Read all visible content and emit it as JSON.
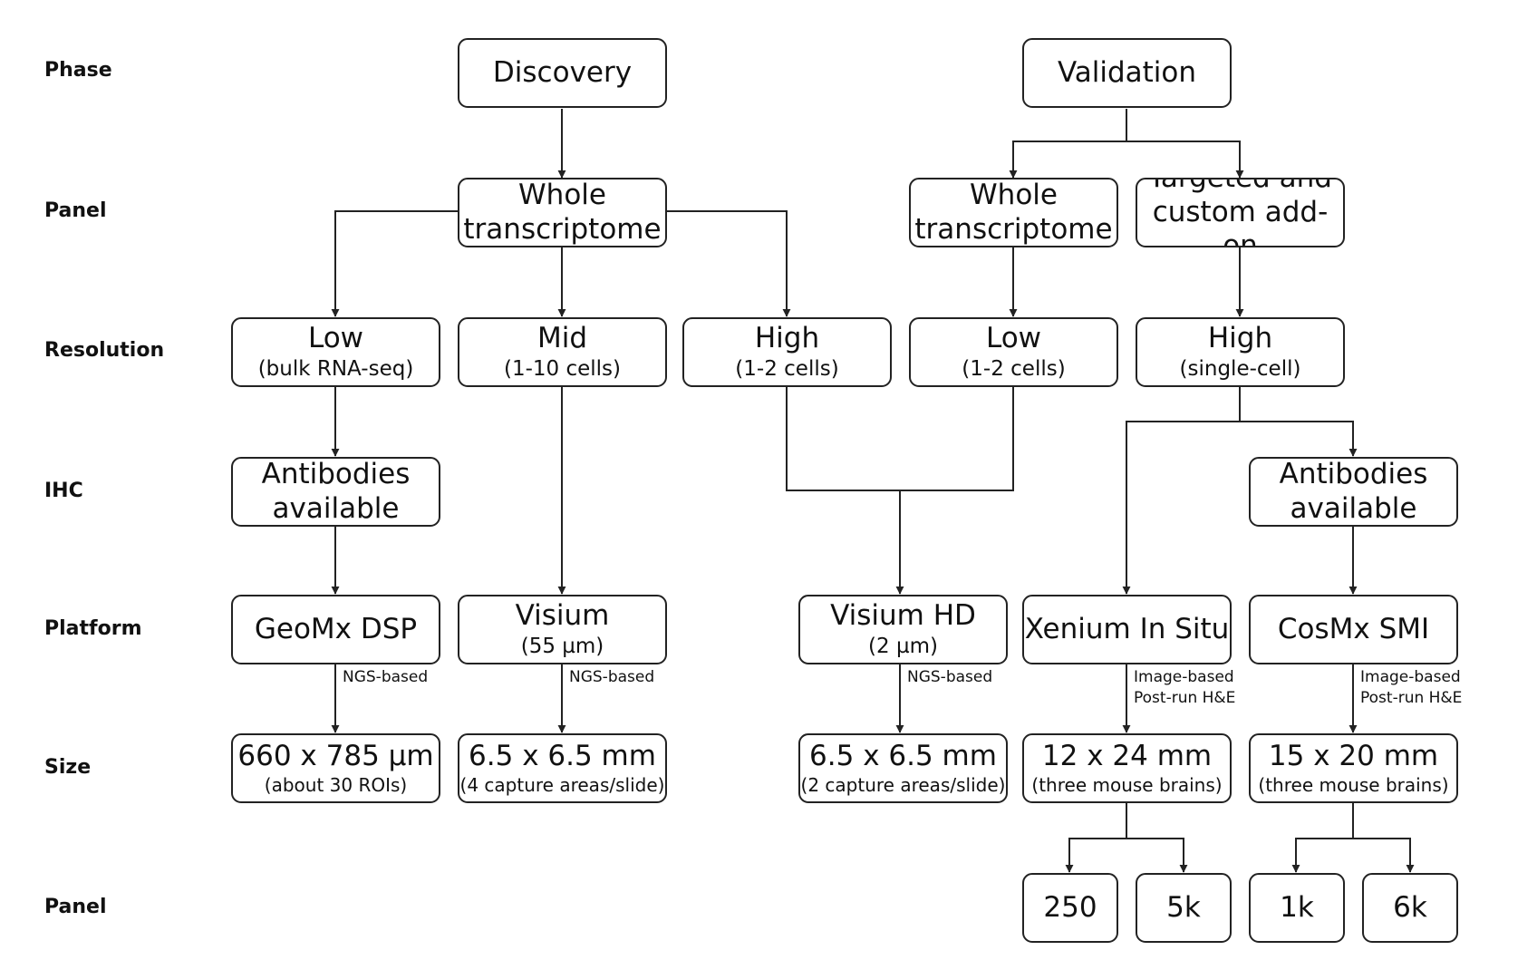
{
  "row_labels": {
    "phase": "Phase",
    "panel": "Panel",
    "resolution": "Resolution",
    "ihc": "IHC",
    "platform": "Platform",
    "size": "Size",
    "panel2": "Panel"
  },
  "nodes": {
    "discovery": {
      "main": "Discovery"
    },
    "validation": {
      "main": "Validation"
    },
    "wt_discovery": {
      "main": "Whole transcriptome"
    },
    "wt_validation": {
      "main": "Whole transcriptome"
    },
    "targeted": {
      "main": "Targeted and custom add-on"
    },
    "res_low_bulk": {
      "main": "Low",
      "sub": "(bulk RNA-seq)"
    },
    "res_mid": {
      "main": "Mid",
      "sub": "(1-10 cells)"
    },
    "res_high_12": {
      "main": "High",
      "sub": "(1-2 cells)"
    },
    "res_low_12": {
      "main": "Low",
      "sub": "(1-2 cells)"
    },
    "res_high_single": {
      "main": "High",
      "sub": "(single-cell)"
    },
    "ab_left": {
      "main": "Antibodies available"
    },
    "ab_right": {
      "main": "Antibodies available"
    },
    "geomx": {
      "main": "GeoMx DSP"
    },
    "visium": {
      "main": "Visium",
      "sub": "(55 µm)"
    },
    "visium_hd": {
      "main": "Visium HD",
      "sub": "(2 µm)"
    },
    "xenium": {
      "main": "Xenium In Situ"
    },
    "cosmx": {
      "main": "CosMx SMI"
    },
    "size_geomx": {
      "main": "660 x 785 µm",
      "sub": "(about 30 ROIs)"
    },
    "size_visium": {
      "main": "6.5 x 6.5 mm",
      "sub": "(4 capture areas/slide)"
    },
    "size_visium_hd": {
      "main": "6.5 x 6.5 mm",
      "sub": "(2 capture areas/slide)"
    },
    "size_xenium": {
      "main": "12 x 24 mm",
      "sub": "(three mouse brains)"
    },
    "size_cosmx": {
      "main": "15 x 20 mm",
      "sub": "(three mouse brains)"
    },
    "panel_250": {
      "main": "250"
    },
    "panel_5k": {
      "main": "5k"
    },
    "panel_1k": {
      "main": "1k"
    },
    "panel_6k": {
      "main": "6k"
    }
  },
  "edge_labels": {
    "geomx": [
      "NGS-based"
    ],
    "visium": [
      "NGS-based"
    ],
    "visium_hd": [
      "NGS-based"
    ],
    "xenium": [
      "Image-based",
      "Post-run H&E"
    ],
    "cosmx": [
      "Image-based",
      "Post-run H&E"
    ]
  }
}
